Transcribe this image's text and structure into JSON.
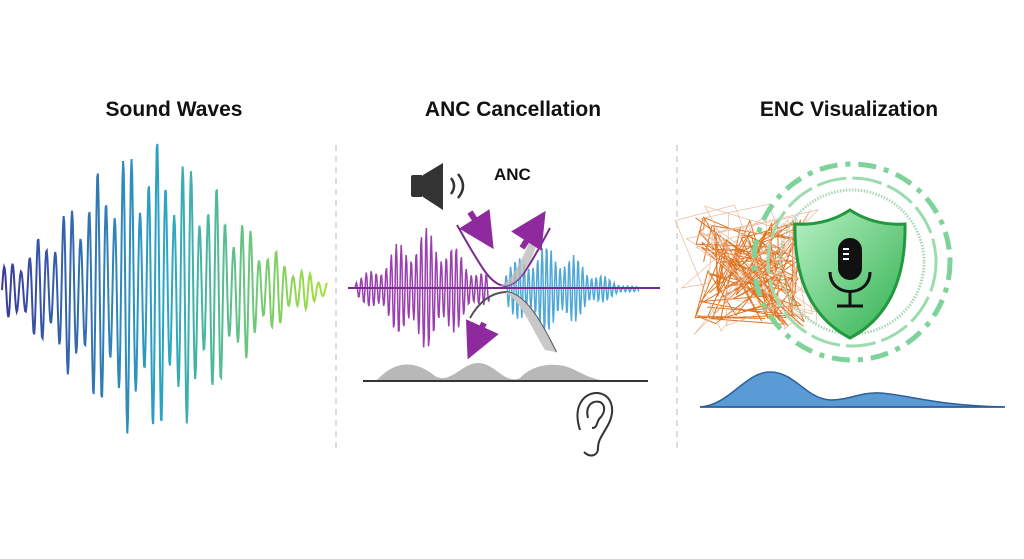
{
  "panels": [
    {
      "title": "Sound Waves"
    },
    {
      "title": "ANC Cancellation",
      "label": "ANC"
    },
    {
      "title": "ENC Visualization"
    }
  ],
  "colors": {
    "wave_start": "#3a3a9c",
    "wave_mid": "#2aa6c4",
    "wave_end": "#a8e23a",
    "anc_noise": "#9b3fb0",
    "anc_antinoise": "#4fa8d8",
    "anc_line": "#7a2a90",
    "shield": "#3cc15a",
    "noise": "#e0731f",
    "distribution": "#5b9bd5",
    "divider": "#bbbbbb"
  }
}
